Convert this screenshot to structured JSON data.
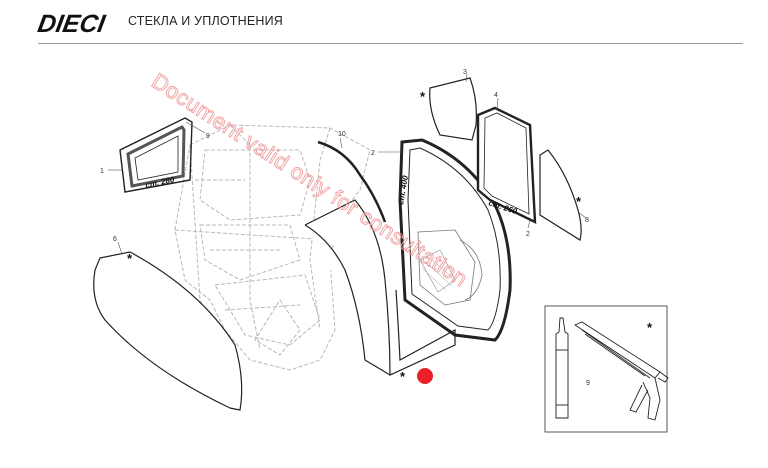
{
  "header": {
    "logo": "DIECI",
    "title": "СТЕКЛА И УПЛОТНЕНИЯ"
  },
  "watermark": "Document valid only for consultation",
  "callouts": {
    "c1": "1",
    "c2a": "2",
    "c2b": "2",
    "c3": "3",
    "c4": "4",
    "c6": "6",
    "c8": "8",
    "c9": "9",
    "c10": "10"
  },
  "measures": {
    "m1": "cm. 280",
    "m2": "cm. 400",
    "m3": "cm. 260"
  },
  "stars": {
    "symbol": "*"
  },
  "colors": {
    "marker": "#e8202a",
    "watermark": "#f1a0a0",
    "line": "#333333",
    "frame": "#bbbbbb"
  }
}
